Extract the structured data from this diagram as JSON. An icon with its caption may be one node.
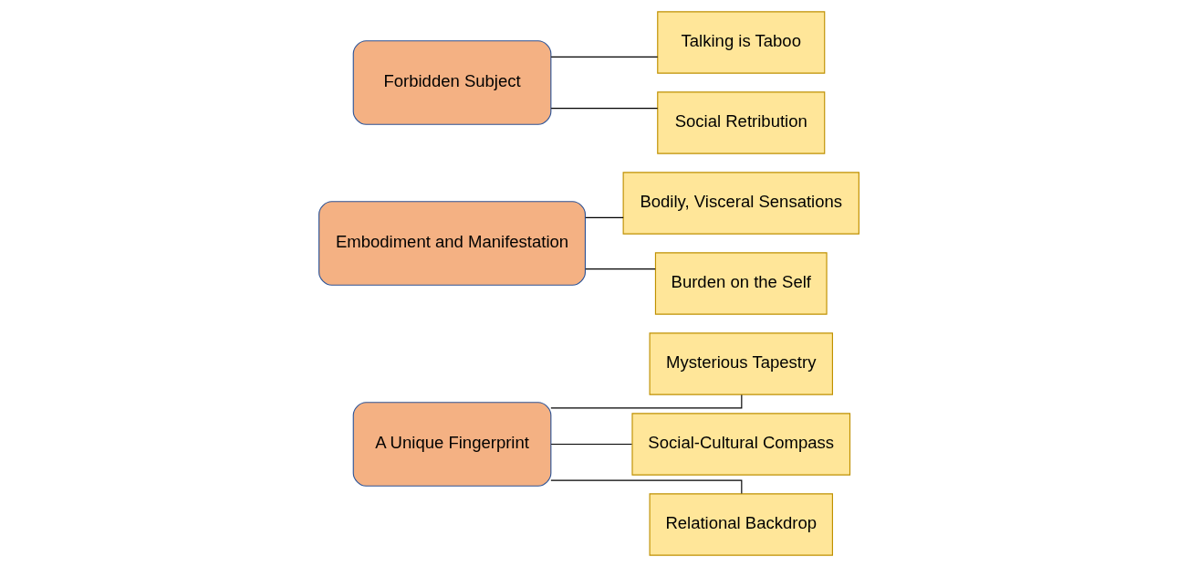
{
  "diagram": {
    "nodes": [
      {
        "text": [
          "A Unique Fingerprint"
        ]
      },
      {
        "text": [
          "Mysterious Tapestry"
        ]
      },
      {
        "text": [
          "Social-Cultural Compass"
        ]
      },
      {
        "text": [
          "Relational Backdrop"
        ]
      },
      {
        "text": [
          "Embodiment and Manifestation"
        ]
      },
      {
        "text": [
          "Bodily, Visceral Sensations"
        ]
      },
      {
        "text": [
          "Burden on the Self"
        ]
      },
      {
        "text": [
          "Forbidden Subject"
        ]
      },
      {
        "text": [
          "Talking is Taboo"
        ]
      },
      {
        "text": [
          "Social Retribution"
        ]
      }
    ],
    "edges": [
      {
        "from": 0,
        "to": 1,
        "arrow": "none"
      },
      {
        "from": 0,
        "to": 2,
        "arrow": "none"
      },
      {
        "from": 0,
        "to": 3,
        "arrow": "none"
      },
      {
        "from": 4,
        "to": 5,
        "arrow": "none"
      },
      {
        "from": 4,
        "to": 6,
        "arrow": "none"
      },
      {
        "from": 7,
        "to": 8,
        "arrow": "none"
      },
      {
        "from": 7,
        "to": 9,
        "arrow": "none"
      }
    ]
  }
}
